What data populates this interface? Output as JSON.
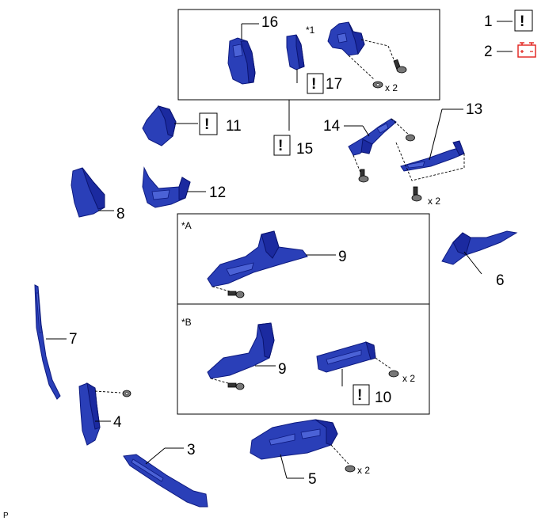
{
  "legend": {
    "item1_number": "1",
    "item1_symbol": "!",
    "item2_number": "2",
    "item2_icon": "battery-icon",
    "item2_color": "#e0201b"
  },
  "callouts": {
    "c3": "3",
    "c4": "4",
    "c5": "5",
    "c6": "6",
    "c7": "7",
    "c8": "8",
    "c9a": "9",
    "c9b": "9",
    "c10": "10",
    "c11": "11",
    "c12": "12",
    "c13": "13",
    "c14": "14",
    "c15": "15",
    "c16": "16",
    "c17": "17"
  },
  "markers": {
    "star1": "*1",
    "starA": "*A",
    "starB": "*B",
    "page_letter": "P"
  },
  "quantities": {
    "q_top": "x 2",
    "q_13": "x 2",
    "q_10": "x 2",
    "q_5": "x 2"
  },
  "notice_symbol": "!",
  "colors": {
    "part_blue": "#2a3fb8",
    "outline": "#000000"
  }
}
